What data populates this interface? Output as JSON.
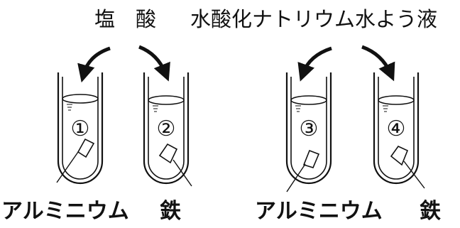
{
  "labels": {
    "hydrochloric_acid": "塩　酸",
    "sodium_hydroxide": "水酸化ナトリウム水よう液"
  },
  "tubes": [
    {
      "number": "①",
      "metal": "アルミニウム",
      "liquid_label": "塩　酸"
    },
    {
      "number": "②",
      "metal": "鉄",
      "liquid_label": "塩　酸"
    },
    {
      "number": "③",
      "metal": "アルミニウム",
      "liquid_label": "水酸化ナトリウム水よう液"
    },
    {
      "number": "④",
      "metal": "鉄",
      "liquid_label": "水酸化ナトリウム水よう液"
    }
  ],
  "colors": {
    "line": "#111111",
    "background": "#ffffff"
  }
}
